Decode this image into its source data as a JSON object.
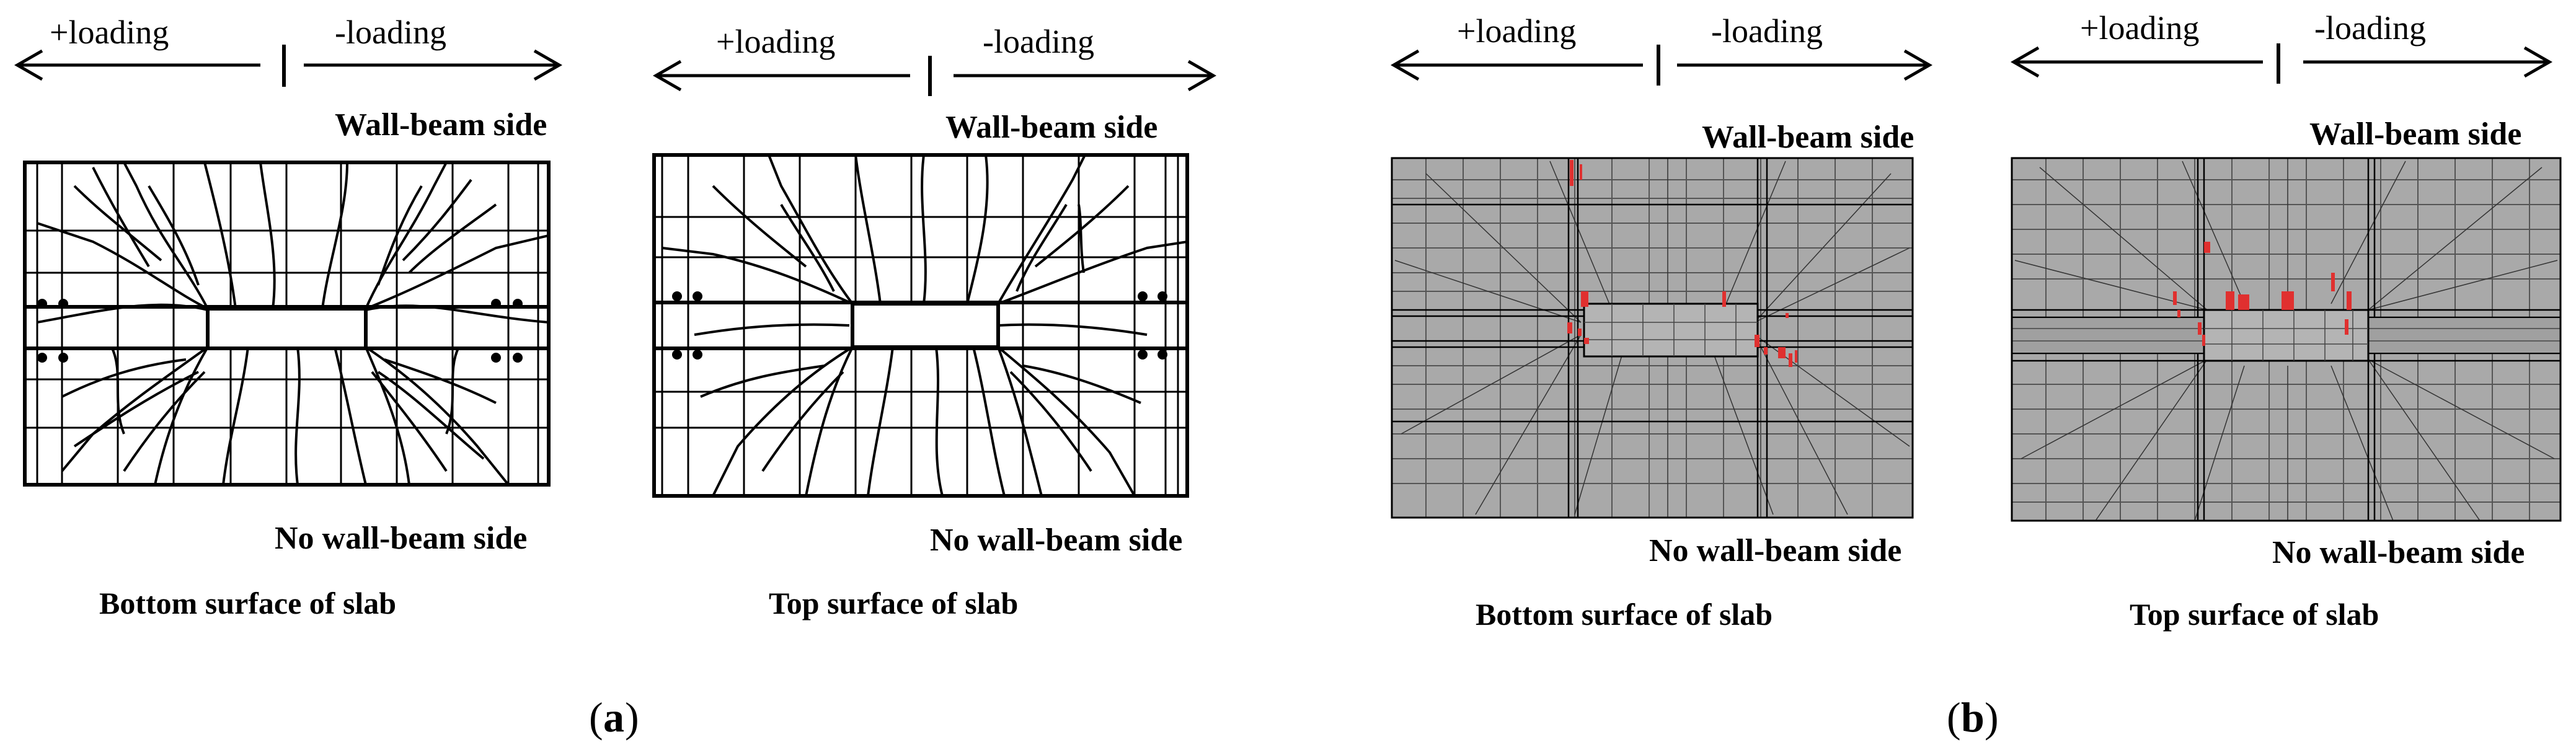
{
  "panels": [
    {
      "plus_loading": "+loading",
      "minus_loading": "-loading",
      "wall_side": "Wall-beam side",
      "no_wall_side": "No wall-beam side",
      "surface": "Bottom surface of slab"
    },
    {
      "plus_loading": "+loading",
      "minus_loading": "-loading",
      "wall_side": "Wall-beam side",
      "no_wall_side": "No wall-beam side",
      "surface": "Top surface of slab"
    },
    {
      "plus_loading": "+loading",
      "minus_loading": "-loading",
      "wall_side": "Wall-beam side",
      "no_wall_side": "No wall-beam side",
      "surface": "Bottom surface of slab"
    },
    {
      "plus_loading": "+loading",
      "minus_loading": "-loading",
      "wall_side": "Wall-beam side",
      "no_wall_side": "No wall-beam side",
      "surface": "Top surface of slab"
    }
  ],
  "captions": [
    {
      "open": "(",
      "letter": "a",
      "close": ")"
    },
    {
      "open": "(",
      "letter": "b",
      "close": ")"
    }
  ],
  "colors": {
    "line": "#000000",
    "fe_fill": "#a9a9a9",
    "damage": "#e0302f"
  }
}
